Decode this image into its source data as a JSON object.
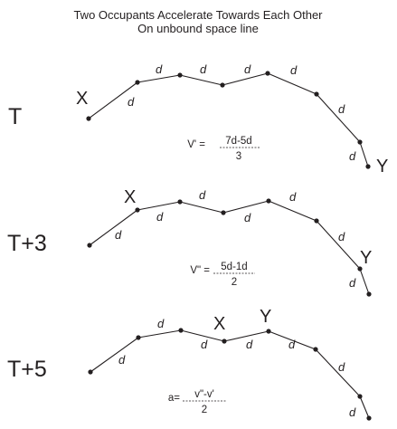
{
  "title": {
    "line1": "Two Occupants Accelerate Towards Each Other",
    "line2": "On unbound space line"
  },
  "segment_label": "d",
  "rows": [
    {
      "label": "T",
      "endpoints": {
        "left": "X",
        "right": "Y"
      },
      "formula": {
        "lhs": "V' =",
        "numerator": "7d-5d",
        "denominator": "3"
      }
    },
    {
      "label": "T+3",
      "endpoints": {
        "left": "X",
        "right": "Y"
      },
      "formula": {
        "lhs": "V\" =",
        "numerator": "5d-1d",
        "denominator": "2"
      }
    },
    {
      "label": "T+5",
      "endpoints": {
        "left": "X",
        "right": "Y"
      },
      "formula": {
        "lhs": "a=",
        "numerator": "v\"-v'",
        "denominator": "2"
      }
    }
  ]
}
